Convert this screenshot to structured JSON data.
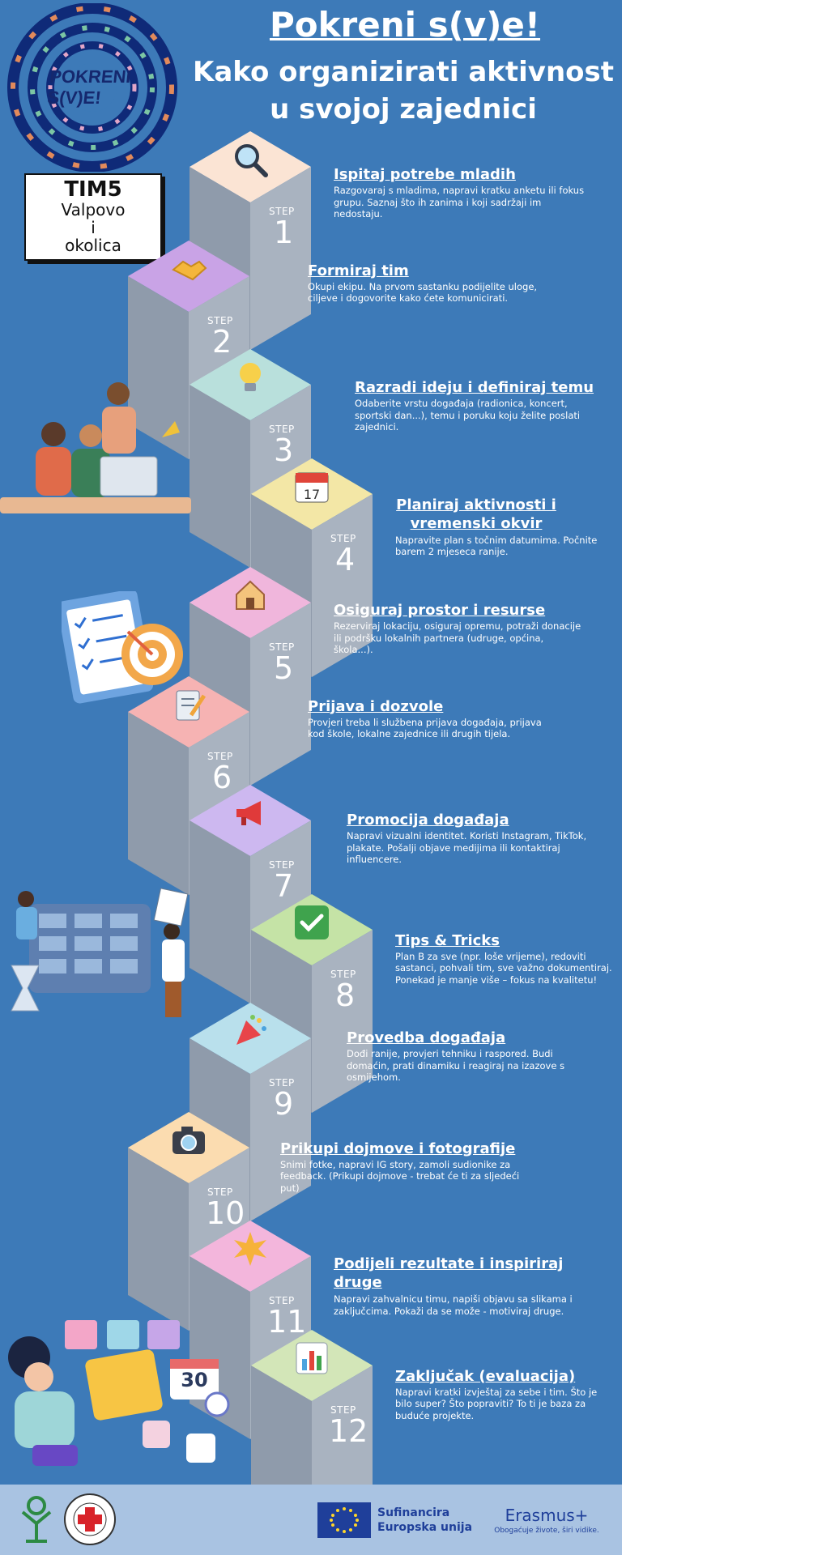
{
  "header": {
    "title": "Pokreni s(v)e!",
    "subtitle": "Kako organizirati aktivnost u svojoj zajednici"
  },
  "logo_text": "POKRENI S(V)E!",
  "team": {
    "line1": "TIM5",
    "line2": "Valpovo",
    "line3": "i",
    "line4": "okolica"
  },
  "step_word": "STEP",
  "colors": {
    "background": "#3d7ab8",
    "footer": "#a9c3e2",
    "cube_left": "#8f9bab",
    "cube_right": "#a9b3c0"
  },
  "steps": [
    {
      "num": "1",
      "icon": "magnifier-icon",
      "top_color": "#fbe4d4",
      "heading": "Ispitaj potrebe mladih",
      "text": "Razgovaraj s mladima, napravi kratku anketu ili fokus grupu. Saznaj što ih zanima i koji sadržaji im nedostaju."
    },
    {
      "num": "2",
      "icon": "handshake-icon",
      "top_color": "#c9a3e6",
      "heading": "Formiraj tim",
      "text": "Okupi ekipu. Na prvom sastanku podijelite uloge, ciljeve i dogovorite kako ćete komunicirati."
    },
    {
      "num": "3",
      "icon": "lightbulb-icon",
      "top_color": "#b9e0dc",
      "heading": "Razradi ideju i definiraj temu",
      "text": "Odaberite vrstu događaja (radionica, koncert, sportski dan...), temu i poruku koju želite poslati zajednici."
    },
    {
      "num": "4",
      "icon": "calendar-icon",
      "top_color": "#f3e7a6",
      "heading": "Planiraj aktivnosti i vremenski okvir",
      "text": "Napravite plan s točnim datumima. Počnite barem 2 mjeseca ranije."
    },
    {
      "num": "5",
      "icon": "house-icon",
      "top_color": "#f0b6dc",
      "heading": "Osiguraj prostor i resurse",
      "text": "Rezerviraj lokaciju, osiguraj opremu, potraži donacije ili podršku lokalnih partnera (udruge, općina, škola...)."
    },
    {
      "num": "6",
      "icon": "clipboard-pen-icon",
      "top_color": "#f6b3b3",
      "heading": "Prijava i dozvole",
      "text": "Provjeri treba li službena prijava događaja, prijava kod škole, lokalne zajednice ili drugih tijela."
    },
    {
      "num": "7",
      "icon": "megaphone-icon",
      "top_color": "#cdb8f0",
      "heading": "Promocija događaja",
      "text": "Napravi vizualni identitet. Koristi Instagram, TikTok, plakate. Pošalji objave medijima ili kontaktiraj influencere."
    },
    {
      "num": "8",
      "icon": "checkmark-icon",
      "top_color": "#c5e3a6",
      "heading": "Tips & Tricks",
      "text": "Plan B za sve (npr. loše vrijeme), redoviti sastanci, pohvali tim, sve važno dokumentiraj. Ponekad je manje više – fokus na kvalitetu!"
    },
    {
      "num": "9",
      "icon": "party-popper-icon",
      "top_color": "#b9e0ec",
      "heading": "Provedba događaja",
      "text": "Dođi ranije, provjeri tehniku i raspored. Budi domaćin, prati dinamiku i reagiraj na izazove s osmijehom."
    },
    {
      "num": "10",
      "icon": "camera-icon",
      "top_color": "#fbdcb0",
      "heading": "Prikupi dojmove i fotografije",
      "text": "Snimi fotke, napravi IG story, zamoli sudionike za feedback. (Prikupi dojmove - trebat će ti za sljedeći put)"
    },
    {
      "num": "11",
      "icon": "star-burst-icon",
      "top_color": "#f3b6dc",
      "heading": "Podijeli rezultate i inspiriraj druge",
      "text": "Napravi zahvalnicu timu, napiši objavu sa slikama i zaključcima. Pokaži da se može - motiviraj druge."
    },
    {
      "num": "12",
      "icon": "bar-chart-icon",
      "top_color": "#d3e6b8",
      "heading": "Zaključak (evaluacija)",
      "text": "Napravi kratki izvještaj za sebe i tim. Što je bilo super? Što popraviti? To ti je baza za buduće projekte."
    }
  ],
  "illustrations": {
    "team_laptop": "team-at-laptop-illustration",
    "checklist_target": "checklist-target-illustration",
    "planning_board": "planning-board-illustration",
    "organizer_woman": "organizer-with-folders-illustration",
    "calendar_day": "30"
  },
  "footer": {
    "eu_line1": "Sufinancira",
    "eu_line2": "Europska unija",
    "erasmus": "Erasmus+",
    "erasmus_tagline": "Obogaćuje živote, širi vidike."
  }
}
